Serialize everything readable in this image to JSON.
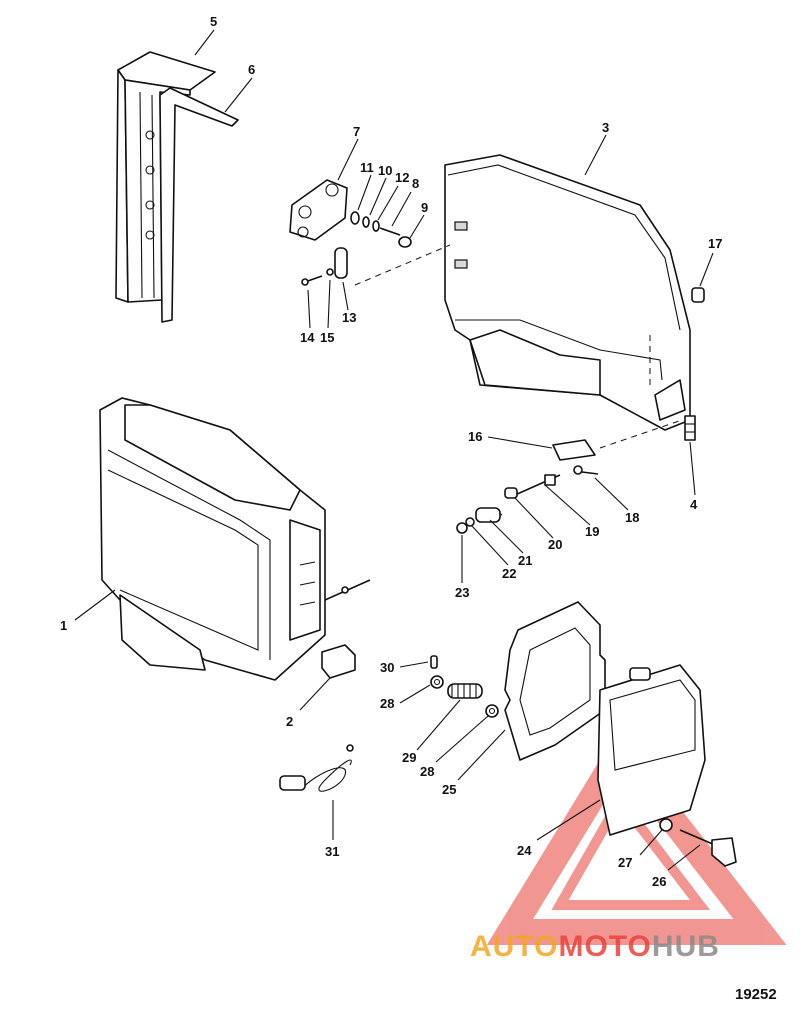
{
  "callouts": [
    "1",
    "2",
    "3",
    "4",
    "5",
    "6",
    "7",
    "8",
    "9",
    "10",
    "11",
    "12",
    "13",
    "14",
    "15",
    "16",
    "17",
    "18",
    "19",
    "20",
    "21",
    "22",
    "23",
    "24",
    "25",
    "26",
    "27",
    "28",
    "28",
    "29",
    "30",
    "31"
  ],
  "figure_code": "19252",
  "watermark": {
    "part1": "AUTO",
    "part2": "MOTO",
    "part3": "HUB",
    "colors": {
      "orange": "#f5a623",
      "red": "#e8423a",
      "gray": "#8a8a8a"
    }
  }
}
